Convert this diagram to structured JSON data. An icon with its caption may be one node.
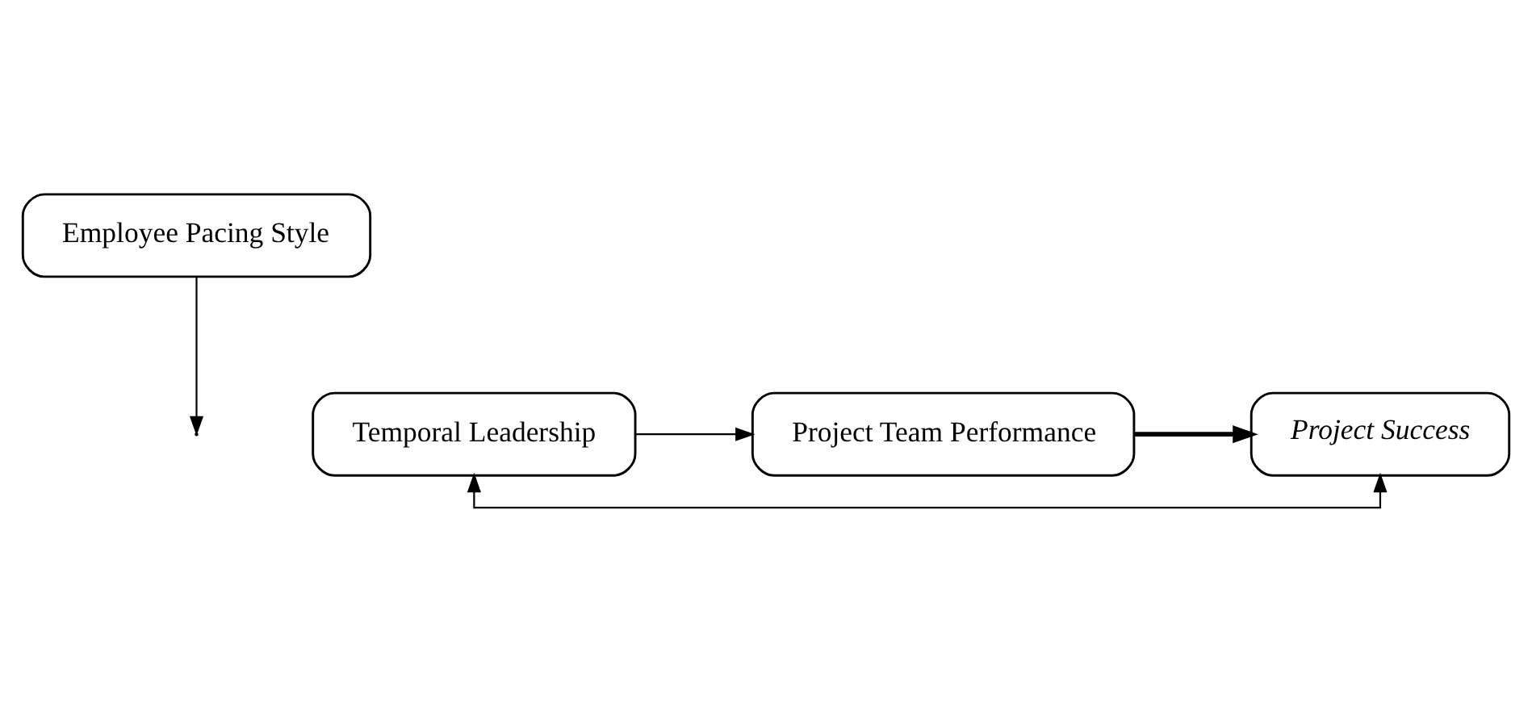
{
  "diagram": {
    "nodes": [
      {
        "text": [
          "Employee Pacing Style"
        ]
      },
      {
        "text": [
          "Temporal Leadership"
        ]
      },
      {
        "text": [
          "Project Team Performance"
        ]
      },
      {
        "text": [
          "Project Success"
        ]
      }
    ],
    "edges": [
      {
        "from": 1,
        "to": 2,
        "arrow": "to"
      },
      {
        "from": 0,
        "to": null,
        "arrow": "to"
      },
      {
        "from": 2,
        "to": 3,
        "arrow": "to",
        "style": "thick"
      },
      {
        "from": 1,
        "to": 3,
        "arrow": "both"
      }
    ]
  }
}
